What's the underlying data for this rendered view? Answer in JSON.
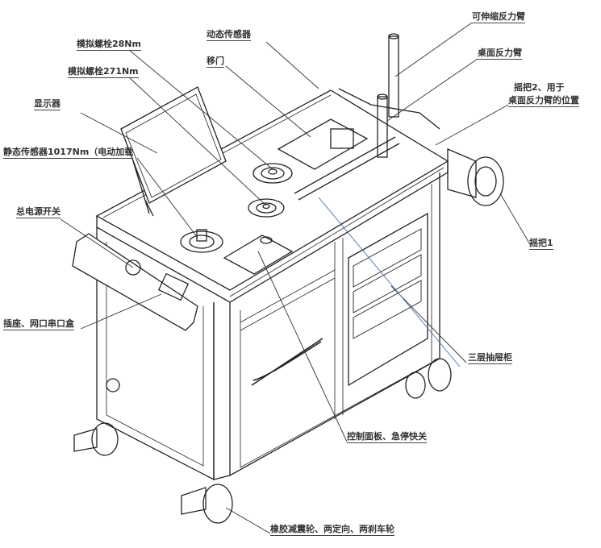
{
  "diagram": {
    "labels": {
      "telescopic_arm": "可伸缩反力臂",
      "dynamic_sensor": "动态传感器",
      "bolt_28": "模拟螺栓28Nm",
      "sliding_door": "移门",
      "bolt_271": "模拟螺栓271Nm",
      "desk_arm": "桌面反力臂",
      "display": "显示器",
      "crank2_line1": "摇把2、用于",
      "crank2_line2": "桌面反力臂的位置",
      "static_sensor": "静态传感器1017Nm（电动加载",
      "power_switch": "总电源开关",
      "crank1": "摇把1",
      "socket_box": "插座、网口串口盒",
      "drawers": "三层抽屉柜",
      "control_panel": "控制面板、急停快关",
      "wheels": "橡胶减震轮、两定向、两刹车轮"
    },
    "colors": {
      "line": "#222222",
      "text": "#333333",
      "leader_blue": "#4a6fa5"
    }
  }
}
